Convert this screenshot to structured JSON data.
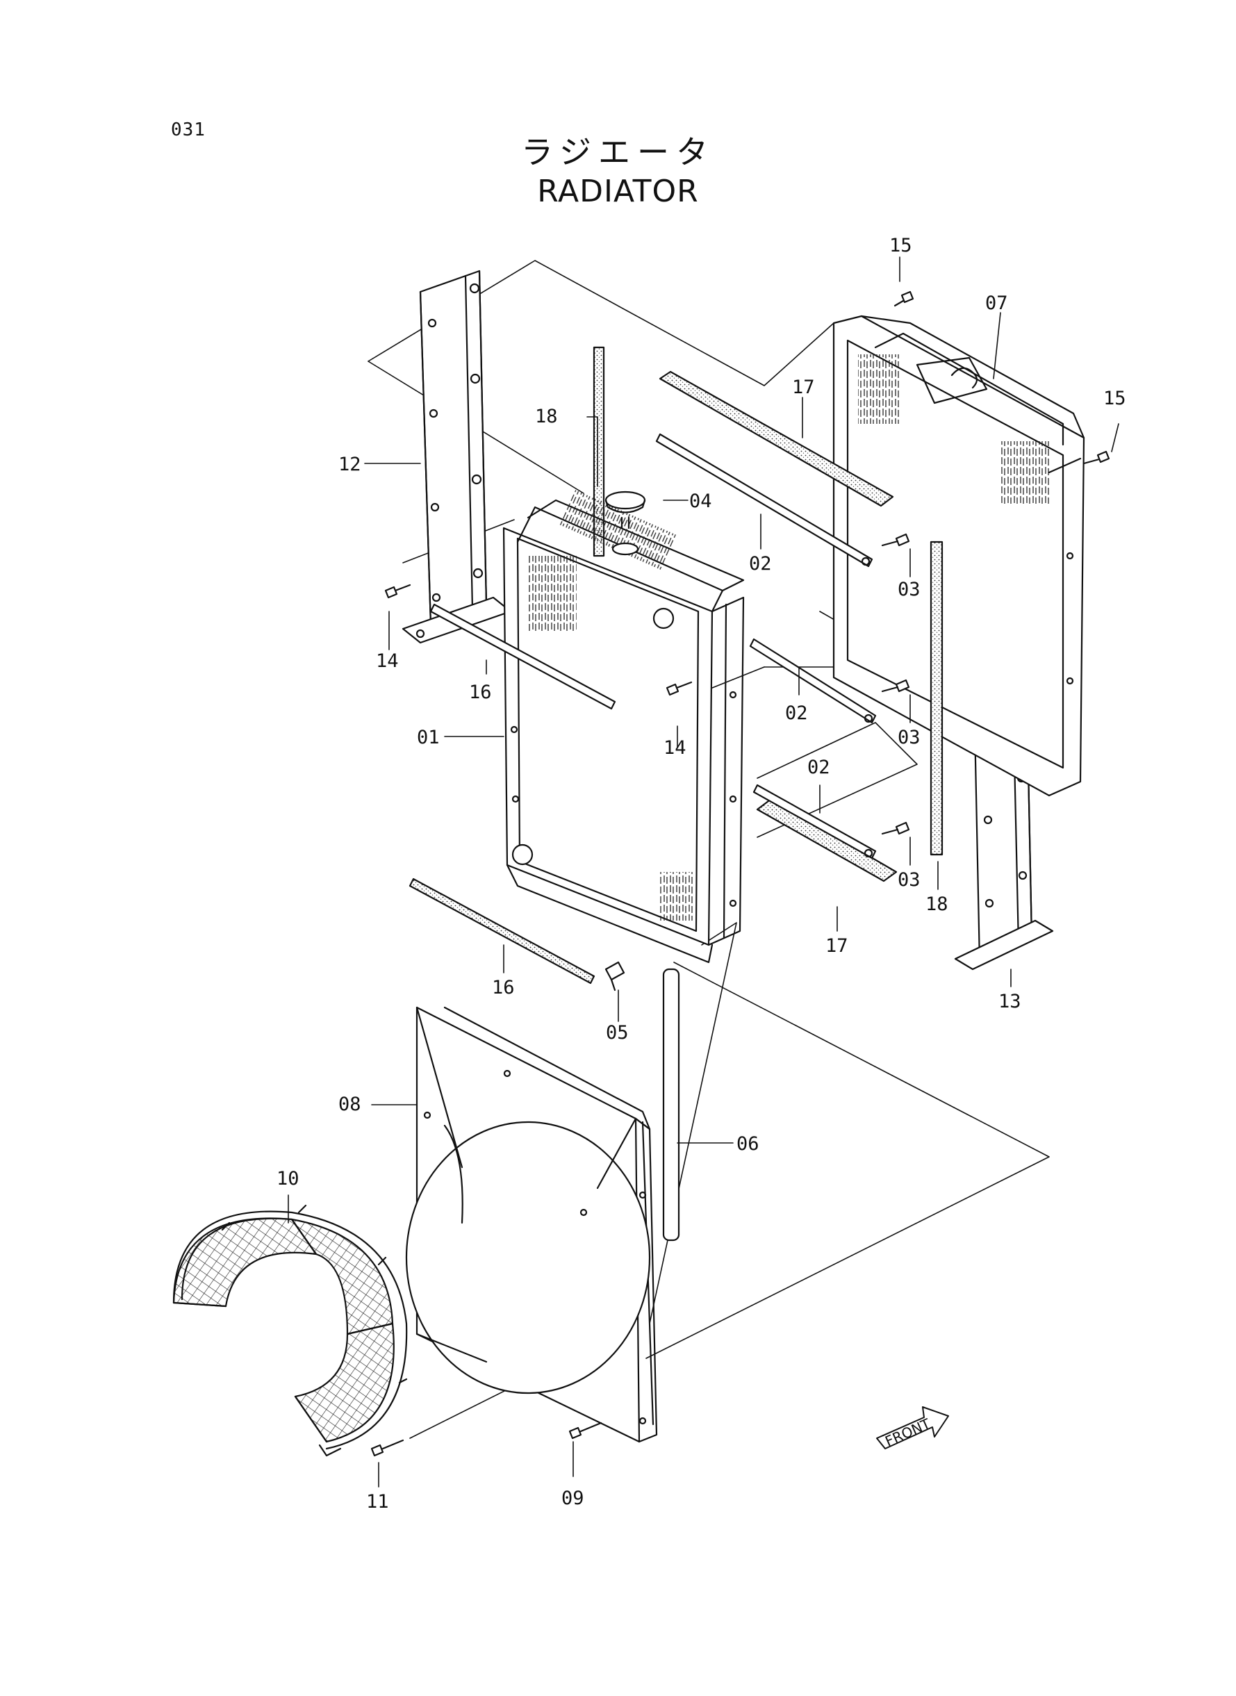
{
  "page_number": "031",
  "title_ja": "ラジエータ",
  "title_en": "RADIATOR",
  "front_label": "FRONT",
  "part_labels": {
    "p01": "01",
    "p02a": "02",
    "p02b": "02",
    "p02c": "02",
    "p03a": "03",
    "p03b": "03",
    "p03c": "03",
    "p04": "04",
    "p05": "05",
    "p06": "06",
    "p07": "07",
    "p08": "08",
    "p09": "09",
    "p10": "10",
    "p11": "11",
    "p12": "12",
    "p13": "13",
    "p14a": "14",
    "p14b": "14",
    "p15a": "15",
    "p15b": "15",
    "p16a": "16",
    "p16b": "16",
    "p17a": "17",
    "p17b": "17",
    "p18a": "18",
    "p18b": "18"
  }
}
